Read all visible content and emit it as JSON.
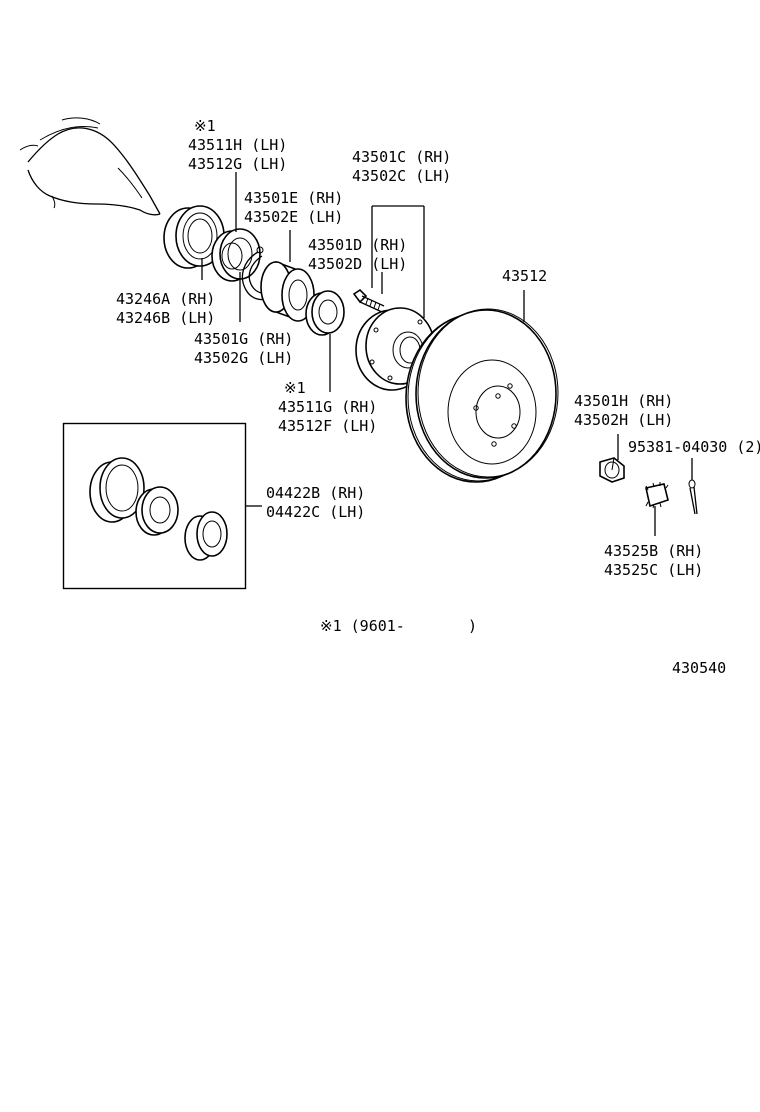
{
  "labels": {
    "note_mark_1": "※1",
    "p43511h": "43511H (LH)",
    "p43512g": "43512G (LH)",
    "p43501c": "43501C (RH)",
    "p43502c": "43502C (LH)",
    "p43501e": "43501E (RH)",
    "p43502e": "43502E (LH)",
    "p43501d": "43501D (RH)",
    "p43502d": "43502D (LH)",
    "p43512": "43512",
    "p43246a": "43246A (RH)",
    "p43246b": "43246B (LH)",
    "p43501g": "43501G (RH)",
    "p43502g": "43502G (LH)",
    "note_mark_2": "※1",
    "p43511g": "43511G (RH)",
    "p43512f": "43512F (LH)",
    "p43501h": "43501H (RH)",
    "p43502h": "43502H (LH)",
    "p95381": "95381-04030 (2)",
    "p04422b": "04422B (RH)",
    "p04422c": "04422C (LH)",
    "p43525b": "43525B (RH)",
    "p43525c": "43525C (LH)",
    "footnote": "※1 (9601-       )",
    "diagram_code": "430540"
  }
}
